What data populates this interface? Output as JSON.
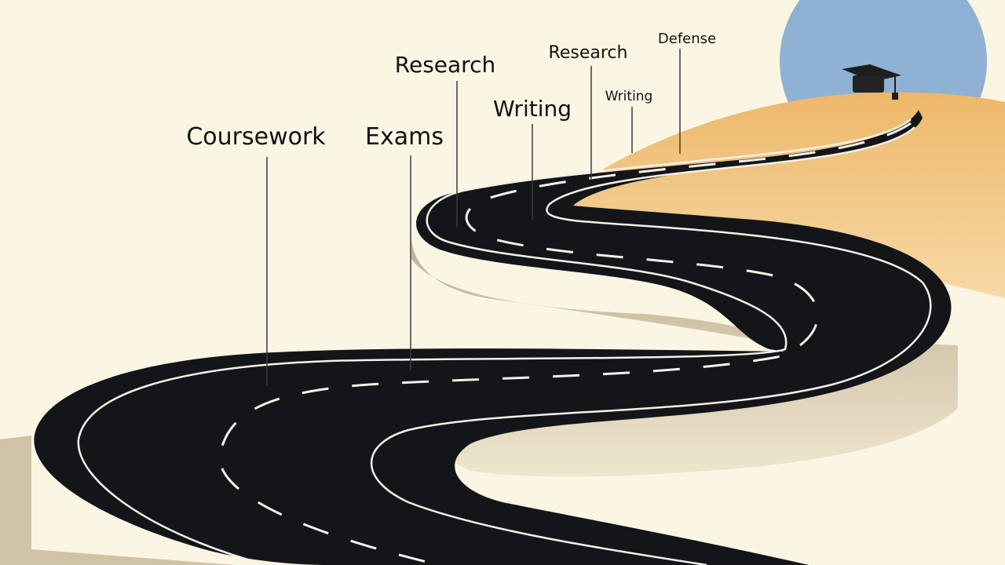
{
  "milestones": [
    {
      "id": "coursework",
      "label": "Coursework"
    },
    {
      "id": "exams",
      "label": "Exams"
    },
    {
      "id": "research-1",
      "label": "Research"
    },
    {
      "id": "writing-1",
      "label": "Writing"
    },
    {
      "id": "research-2",
      "label": "Research"
    },
    {
      "id": "writing-2",
      "label": "Writing"
    },
    {
      "id": "defense",
      "label": "Defense"
    }
  ],
  "colors": {
    "background": "#fbf6e4",
    "road": "#141519",
    "road_edge_line": "#f4f1e8",
    "road_side": "#cfc3a4",
    "hill": "#e8b469",
    "sky_circle": "#8fb1d3",
    "label_text": "#111111"
  },
  "icons": {
    "goal": "graduation-cap-icon"
  }
}
